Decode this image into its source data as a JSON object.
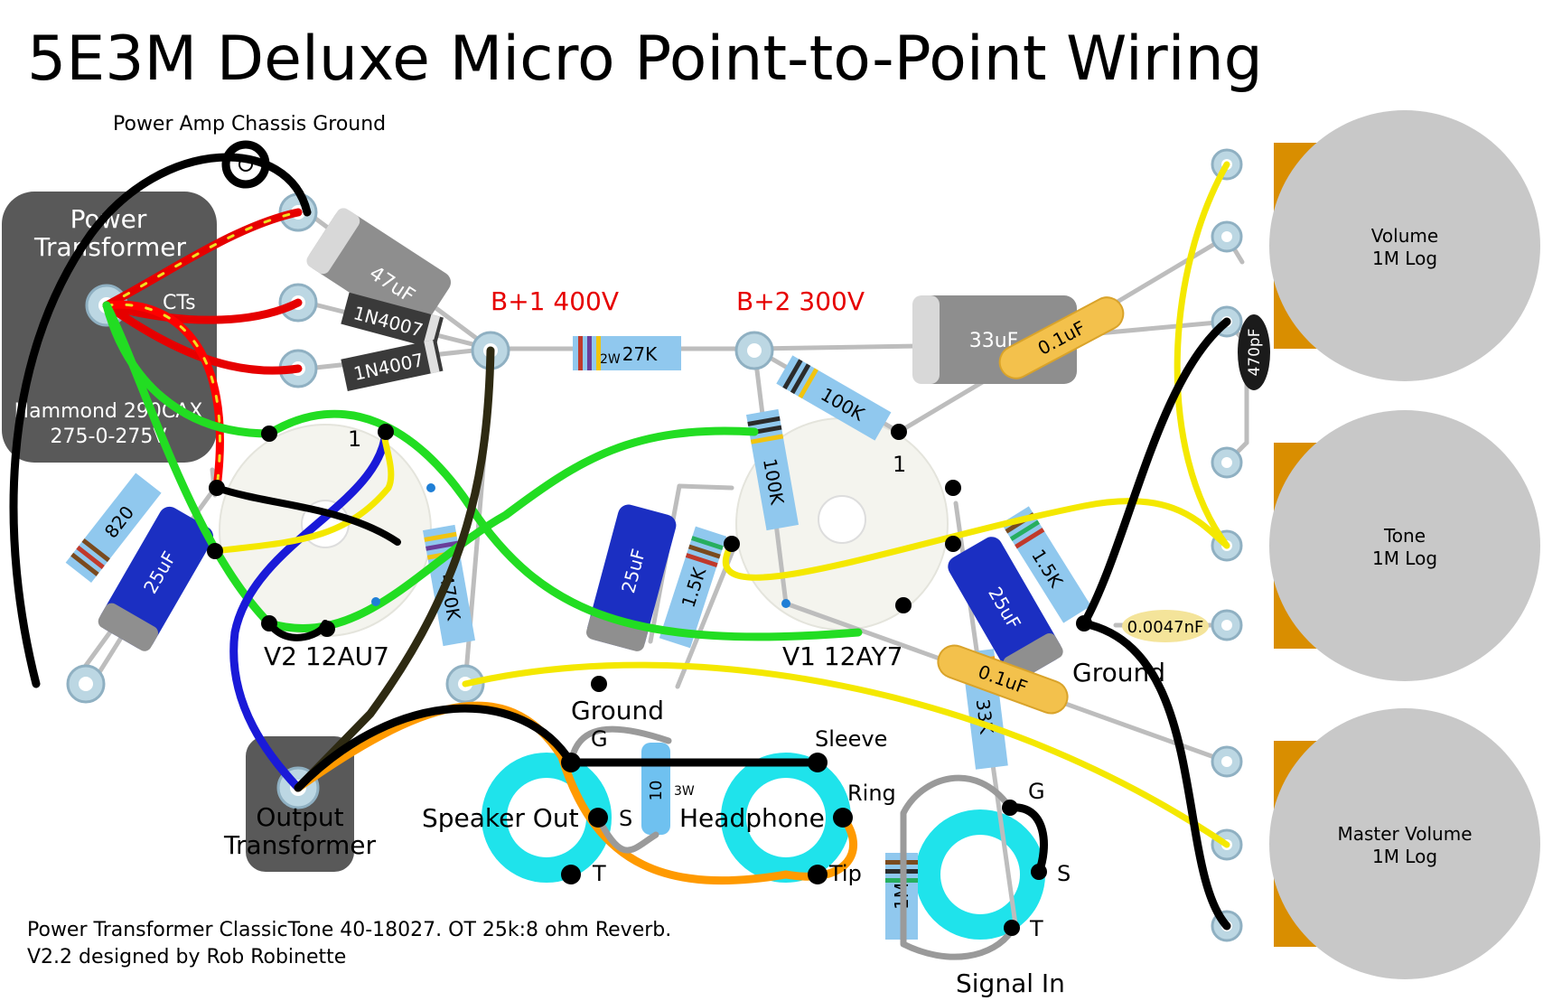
{
  "title": "5E3M Deluxe Micro Point-to-Point Wiring",
  "chassis_ground": "Power Amp Chassis Ground",
  "power_transformer": {
    "line1": "Power",
    "line2": "Transformer",
    "model": "Hammond 290CAX",
    "voltage": "275-0-275V",
    "ct": "CTs"
  },
  "output_transformer": {
    "line1": "Output",
    "line2": "Transformer"
  },
  "rails": {
    "b1": "B+1 400V",
    "b2": "B+2 300V"
  },
  "tubes": {
    "v2": "V2 12AU7",
    "v1": "V1 12AY7",
    "pin1": "1"
  },
  "components": {
    "cap_47": "47uF",
    "diode_1": "1N4007",
    "diode_2": "1N4007",
    "r_27k": "27K",
    "r_27k_watt": "2W",
    "cap_33": "33uF",
    "cap_01_a": "0.1uF",
    "cap_01_b": "0.1uF",
    "cap_470p": "470pF",
    "cap_0047": "0.0047nF",
    "r_100k_a": "100K",
    "r_100k_b": "100K",
    "r_820": "820",
    "cap_25_a": "25uF",
    "cap_25_b": "25uF",
    "cap_25_c": "25uF",
    "r_470k": "470K",
    "r_15k_a": "1.5K",
    "r_15k_b": "1.5K",
    "r_33k": "33K",
    "r_1m": "1M",
    "r_10": "10",
    "r_10_watt": "3W"
  },
  "pots": {
    "volume": {
      "line1": "Volume",
      "line2": "1M Log"
    },
    "tone": {
      "line1": "Tone",
      "line2": "1M Log"
    },
    "master": {
      "line1": "Master Volume",
      "line2": "1M Log"
    }
  },
  "jacks": {
    "speaker": "Speaker Out",
    "headphone": "Headphone",
    "signal": "Signal In",
    "g": "G",
    "s": "S",
    "t": "T",
    "sleeve": "Sleeve",
    "ring": "Ring",
    "tip": "Tip"
  },
  "grounds": {
    "ground_left": "Ground",
    "ground_right": "Ground"
  },
  "footer": {
    "line1": "Power Transformer ClassicTone 40-18027. OT 25k:8 ohm Reverb.",
    "line2": "V2.2 designed by Rob Robinette"
  }
}
